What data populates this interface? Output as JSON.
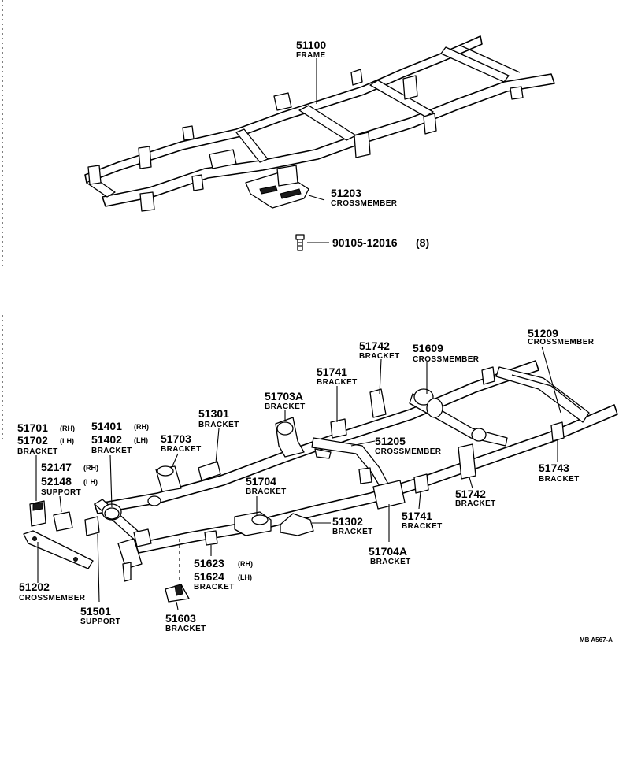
{
  "diagram": {
    "ref_code": "MB A567-A",
    "top": {
      "frame": {
        "number": "51100",
        "name": "FRAME"
      },
      "crossmember": {
        "number": "51203",
        "name": "CROSSMEMBER"
      },
      "bolt": {
        "number": "90105-12016",
        "qty": "(8)"
      }
    },
    "bottom": {
      "p51209": {
        "number": "51209",
        "name": "CROSSMEMBER"
      },
      "p51742a": {
        "number": "51742",
        "name": "BRACKET"
      },
      "p51609": {
        "number": "51609",
        "name": "CROSSMEMBER"
      },
      "p51741a": {
        "number": "51741",
        "name": "BRACKET"
      },
      "p51703a": {
        "number": "51703A",
        "name": "BRACKET"
      },
      "p51301": {
        "number": "51301",
        "name": "BRACKET"
      },
      "p51205": {
        "number": "51205",
        "name": "CROSSMEMBER"
      },
      "p51743": {
        "number": "51743",
        "name": "BRACKET"
      },
      "p51701": {
        "number": "51701",
        "side": "(RH)"
      },
      "p51702": {
        "number": "51702",
        "side": "(LH)",
        "name": "BRACKET"
      },
      "p51401": {
        "number": "51401",
        "side": "(RH)"
      },
      "p51402": {
        "number": "51402",
        "side": "(LH)",
        "name": "BRACKET"
      },
      "p51703": {
        "number": "51703",
        "name": "BRACKET"
      },
      "p52147": {
        "number": "52147",
        "side": "(RH)"
      },
      "p52148": {
        "number": "52148",
        "side": "(LH)",
        "name": "SUPPORT"
      },
      "p51704": {
        "number": "51704",
        "name": "BRACKET"
      },
      "p51302": {
        "number": "51302",
        "name": "BRACKET"
      },
      "p51742b": {
        "number": "51742",
        "name": "BRACKET"
      },
      "p51741b": {
        "number": "51741",
        "name": "BRACKET"
      },
      "p51704a": {
        "number": "51704A",
        "name": "BRACKET"
      },
      "p51623": {
        "number": "51623",
        "side": "(RH)"
      },
      "p51624": {
        "number": "51624",
        "side": "(LH)",
        "name": "BRACKET"
      },
      "p51202": {
        "number": "51202",
        "name": "CROSSMEMBER"
      },
      "p51501": {
        "number": "51501",
        "name": "SUPPORT"
      },
      "p51603": {
        "number": "51603",
        "name": "BRACKET"
      }
    }
  }
}
